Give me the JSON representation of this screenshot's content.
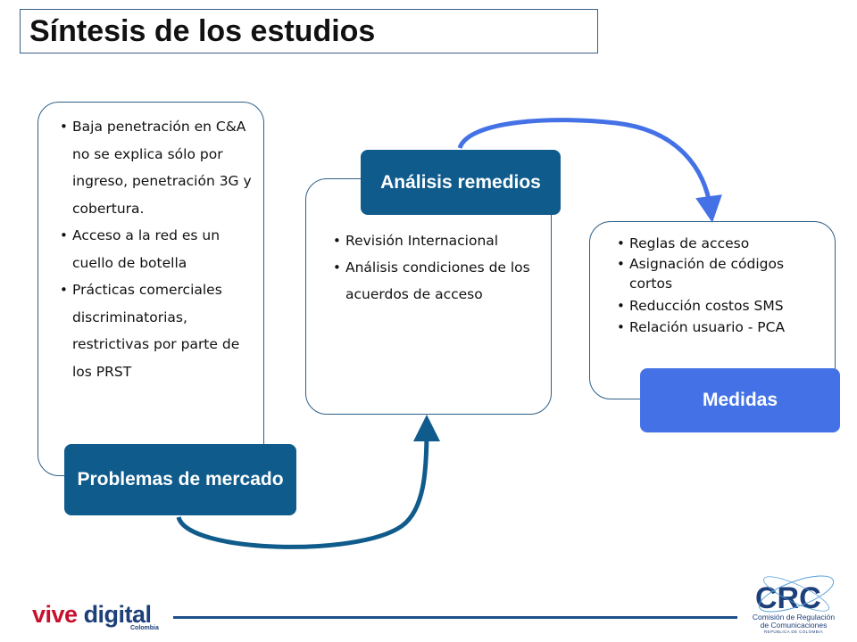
{
  "title": "Síntesis de los estudios",
  "panels": {
    "problemas": {
      "items": [
        "Baja penetración en C&A no se explica sólo por ingreso, penetración 3G y cobertura.",
        "Acceso a la red es un cuello de botella",
        "Prácticas comerciales discriminatorias, restrictivas por parte de los PRST"
      ]
    },
    "analisis": {
      "items": [
        " Revisión Internacional",
        "Análisis condiciones de los acuerdos de acceso"
      ]
    },
    "medidas": {
      "items": [
        "Reglas de acceso",
        "Asignación de códigos cortos",
        "Reducción costos SMS",
        "Relación usuario - PCA"
      ]
    }
  },
  "labels": {
    "problemas": "Problemas de mercado",
    "analisis": "Análisis remedios",
    "medidas": "Medidas"
  },
  "footer": {
    "vive_part1": "vive ",
    "vive_part2": "digital",
    "vive_sub": "Colombia",
    "crc_logo_text": "CRC",
    "crc_line1": "Comisión de Regulación",
    "crc_line2": "de Comunicaciones",
    "crc_line3": "REPÚBLICA DE COLOMBIA"
  },
  "colors": {
    "dark_blue": "#0f5b8c",
    "bright_blue": "#4472e6"
  }
}
